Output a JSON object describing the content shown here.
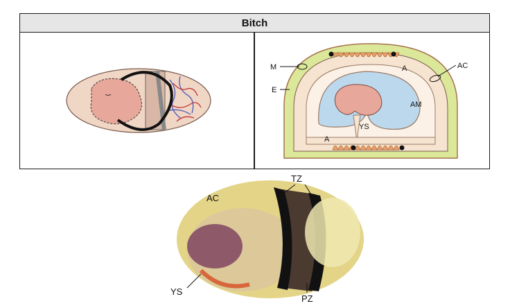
{
  "header": {
    "title": "Bitch"
  },
  "diagram_labels": {
    "m": "M",
    "e": "E",
    "a_top": "A",
    "ac": "AC",
    "am": "AM",
    "ys": "YS",
    "a_bottom": "A"
  },
  "photo_labels": {
    "ac": "AC",
    "tz": "TZ",
    "ys": "YS",
    "pz": "PZ"
  },
  "colors": {
    "endometrium": "#dbe89a",
    "chorion": "#f2ddc8",
    "amnion": "#bcd8ec",
    "embryo": "#e8a79b",
    "band": "#1a1a1a",
    "photo_yolk": "#e3d488"
  }
}
